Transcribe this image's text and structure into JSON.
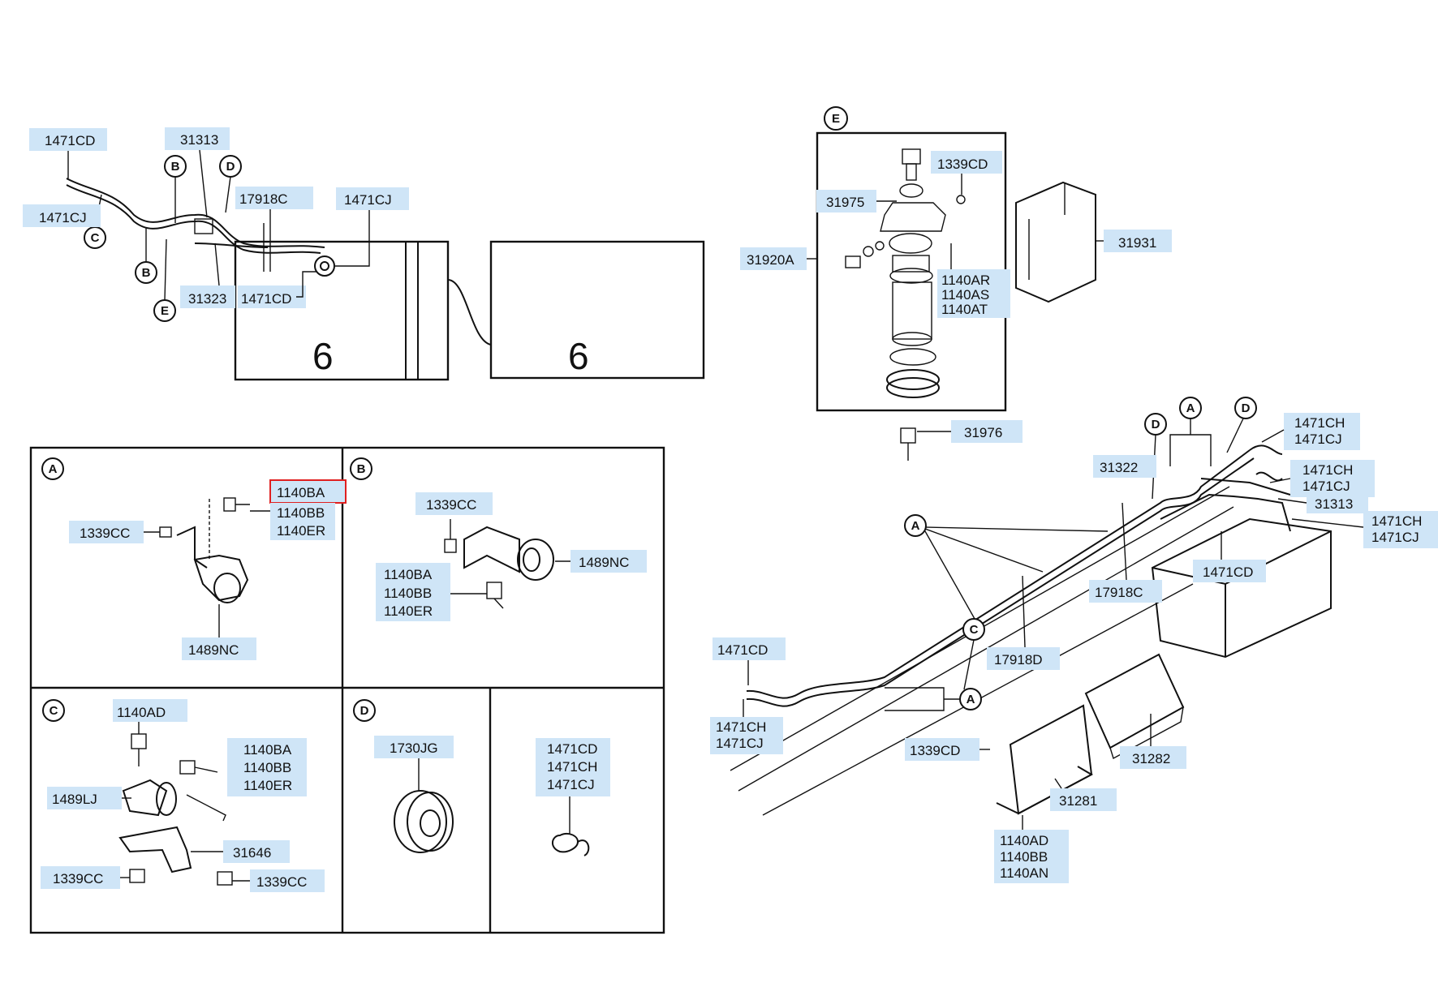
{
  "panels": {
    "A": "A",
    "B": "B",
    "C": "C",
    "D": "D",
    "E": "E"
  },
  "callouts": {
    "top_left": {
      "p1471CD_a": "1471CD",
      "p31313": "31313",
      "p1471CJ_a": "1471CJ",
      "p17918C": "17918C",
      "p1471CJ_b": "1471CJ",
      "p31323": "31323",
      "p1471CD_b": "1471CD",
      "tank_mark_1": "6",
      "tank_mark_2": "6"
    },
    "panel_e": {
      "p1339CD": "1339CD",
      "p31975": "31975",
      "p31920A": "31920A",
      "p1140AR": "1140AR",
      "p1140AS": "1140AS",
      "p1140AT": "1140AT",
      "p31931": "31931",
      "p31976": "31976"
    },
    "panel_a": {
      "p1140BA": "1140BA",
      "p1140BB": "1140BB",
      "p1140ER": "1140ER",
      "p1339CC": "1339CC",
      "p1489NC": "1489NC"
    },
    "panel_b": {
      "p1339CC": "1339CC",
      "p1489NC": "1489NC",
      "p1140BA": "1140BA",
      "p1140BB": "1140BB",
      "p1140ER": "1140ER"
    },
    "panel_c": {
      "p1140AD": "1140AD",
      "p1140BA": "1140BA",
      "p1140BB": "1140BB",
      "p1140ER": "1140ER",
      "p1489LJ": "1489LJ",
      "p31646": "31646",
      "p1339CC_a": "1339CC",
      "p1339CC_b": "1339CC"
    },
    "panel_d": {
      "p1730JG": "1730JG",
      "p1471CD": "1471CD",
      "p1471CH": "1471CH",
      "p1471CJ": "1471CJ"
    },
    "right_assembly": {
      "p1471CH_a": "1471CH",
      "p1471CJ_a": "1471CJ",
      "p31322": "31322",
      "p1471CH_b": "1471CH",
      "p1471CJ_b": "1471CJ",
      "p31313": "31313",
      "p1471CH_c": "1471CH",
      "p1471CJ_c": "1471CJ",
      "p1471CD_a": "1471CD",
      "p17918C": "17918C",
      "p17918D": "17918D",
      "p1471CD_b": "1471CD",
      "p1471CH_d": "1471CH",
      "p1471CJ_d": "1471CJ",
      "p1339CD": "1339CD",
      "p31282": "31282",
      "p31281": "31281",
      "p1140AD": "1140AD",
      "p1140BB": "1140BB",
      "p1140AN": "1140AN"
    }
  },
  "highlight_part": "1140BA",
  "colors": {
    "label_background": "#cfe5f7",
    "highlight": "#e02020",
    "line": "#111111"
  }
}
